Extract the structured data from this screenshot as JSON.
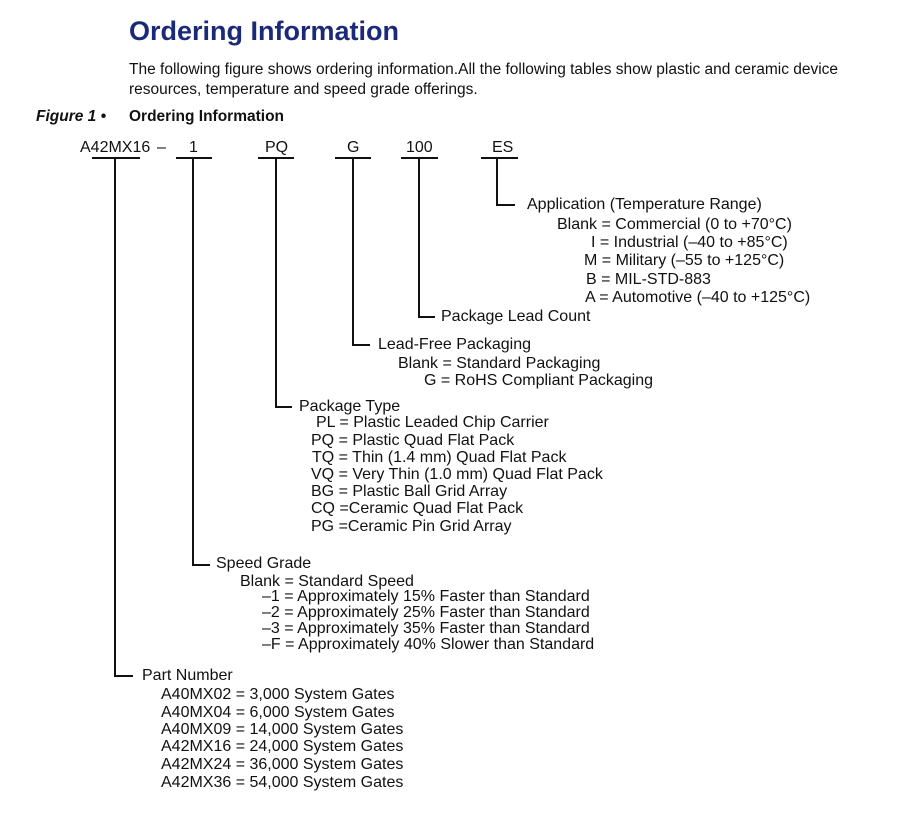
{
  "title": "Ordering Information",
  "intro": "The following figure shows ordering information.All the following tables show plastic and ceramic device resources, temperature and speed grade offerings.",
  "figure": {
    "label": "Figure 1 •",
    "title": "Ordering Information"
  },
  "code": {
    "part": "A42MX16",
    "dash": "–",
    "speed": "1",
    "package": "PQ",
    "leadfree": "G",
    "count": "100",
    "app": "ES"
  },
  "application": {
    "heading": "Application (Temperature Range)",
    "items": [
      "Blank = Commercial (0 to +70°C)",
      "I = Industrial (–40 to +85°C)",
      "M = Military (–55 to +125°C)",
      "B = MIL-STD-883",
      "A = Automotive (–40 to +125°C)"
    ]
  },
  "lead_count": {
    "heading": "Package Lead Count"
  },
  "lead_free": {
    "heading": "Lead-Free Packaging",
    "items": [
      "Blank = Standard Packaging",
      "G = RoHS Compliant Packaging"
    ]
  },
  "package_type": {
    "heading": "Package Type",
    "items": [
      "PL = Plastic Leaded Chip Carrier",
      "PQ = Plastic Quad Flat Pack",
      "TQ = Thin (1.4 mm) Quad Flat Pack",
      "VQ = Very Thin (1.0 mm) Quad Flat Pack",
      "BG = Plastic Ball Grid Array",
      "CQ =Ceramic Quad Flat Pack",
      "PG =Ceramic Pin Grid Array"
    ]
  },
  "speed_grade": {
    "heading": "Speed Grade",
    "items": [
      "Blank = Standard Speed",
      "–1 = Approximately 15% Faster than Standard",
      "–2 = Approximately 25% Faster than Standard",
      "–3 = Approximately 35% Faster than Standard",
      "–F = Approximately 40% Slower than Standard"
    ]
  },
  "part_number": {
    "heading": "Part Number",
    "items": [
      "A40MX02 = 3,000 System Gates",
      "A40MX04 = 6,000 System Gates",
      "A40MX09 = 14,000 System Gates",
      "A42MX16 = 24,000 System Gates",
      "A42MX24 = 36,000 System Gates",
      "A42MX36 = 54,000 System Gates"
    ]
  }
}
